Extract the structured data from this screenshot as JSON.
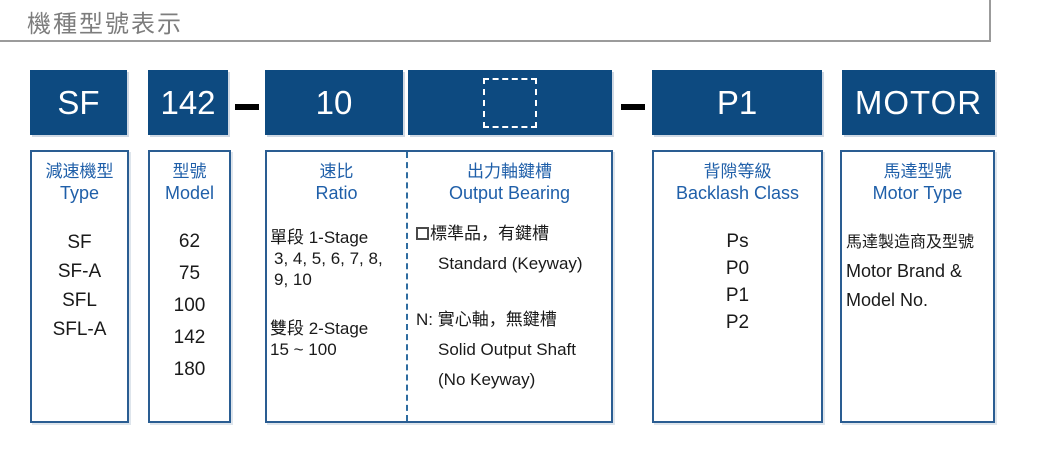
{
  "title": "機種型號表示",
  "colors": {
    "navy_fill": "#0D4A80",
    "box_border_blue": "#2A5D92",
    "header_text_blue": "#1F5FA9",
    "body_text": "#1A1A1A",
    "title_gray": "#7D7D7D",
    "rule_gray": "#9B9B9B",
    "dash_black": "#000000"
  },
  "code_row": {
    "separator": "–",
    "segments": {
      "type": "SF",
      "model": "142",
      "ratio": "10",
      "output_bearing": "",
      "backlash": "P1",
      "motor": "MOTOR"
    }
  },
  "columns": {
    "type": {
      "title_zh": "減速機型",
      "title_en": "Type",
      "items": [
        "SF",
        "SF-A",
        "SFL",
        "SFL-A"
      ]
    },
    "model": {
      "title_zh": "型號",
      "title_en": "Model",
      "items": [
        "62",
        "75",
        "100",
        "142",
        "180"
      ]
    },
    "ratio": {
      "title_zh": "速比",
      "title_en": "Ratio",
      "stage1_label": "單段 1-Stage",
      "stage1_values_line1": "3, 4, 5, 6, 7, 8,",
      "stage1_values_line2": "9, 10",
      "stage2_label": "雙段 2-Stage",
      "stage2_values": "15 ~ 100"
    },
    "output_bearing": {
      "title_zh": "出力軸鍵槽",
      "title_en": "Output Bearing",
      "standard_zh": "標準品，有鍵槽",
      "standard_en": "Standard (Keyway)",
      "solid_zh": "N: 實心軸，無鍵槽",
      "solid_en1": "Solid Output Shaft",
      "solid_en2": "(No Keyway)"
    },
    "backlash": {
      "title_zh": "背隙等級",
      "title_en": "Backlash Class",
      "items": [
        "Ps",
        "P0",
        "P1",
        "P2"
      ]
    },
    "motor": {
      "title_zh": "馬達型號",
      "title_en": "Motor Type",
      "lines": [
        "馬達製造商及型號",
        "Motor Brand &",
        "Model No."
      ]
    }
  }
}
